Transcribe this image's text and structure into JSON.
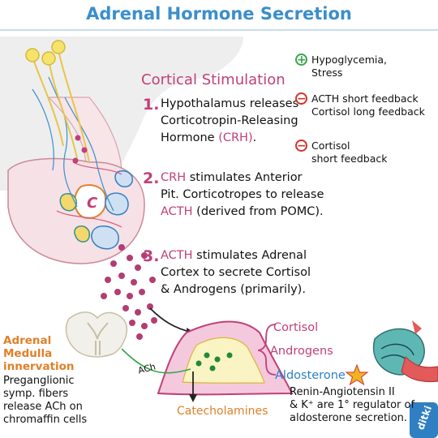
{
  "title": "Adrenal Hormone Secretion",
  "cortical_heading": "Cortical Stimulation",
  "steps": [
    {
      "num": "1.",
      "line1": "Hypothalamus releases",
      "line2": "Corticotropin-Releasing",
      "line3a": "Hormone ",
      "line3b": "(CRH)",
      "line3c": "."
    },
    {
      "num": "2.",
      "line1a": "CRH",
      "line1b": " stimulates Anterior",
      "line2": "Pit. Corticotropes to release",
      "line3a": "ACTH",
      "line3b": " (derived from POMC)."
    },
    {
      "num": "3.",
      "line1a": "ACTH",
      "line1b": " stimulates Adrenal",
      "line2": "Cortex to secrete Cortisol",
      "line3": "& Androgens (primarily)."
    }
  ],
  "feedback": [
    {
      "sign": "+",
      "lines": [
        "Hypoglycemia,",
        "Stress"
      ]
    },
    {
      "sign": "−",
      "lines": [
        "ACTH short feedback",
        "Cortisol long feedback"
      ]
    },
    {
      "sign": "−",
      "lines": [
        "Cortisol",
        "short feedback"
      ]
    }
  ],
  "pituitary_label": "C",
  "medulla": {
    "title_lines": [
      "Adrenal",
      "Medulla",
      "innervation"
    ],
    "desc_lines": [
      "Preganglionic",
      "symp. fibers",
      "release ACh on",
      "chromaffin cells"
    ]
  },
  "ach_label": "ACh",
  "catecholamines": "Catecholamines",
  "outputs": {
    "cortisol": "Cortisol",
    "androgens": "Androgens",
    "aldosterone": "Aldosterone"
  },
  "renin_lines": [
    "Renin-Angiotensin II",
    "& K⁺ are 1° regulator of",
    "aldosterone secretion."
  ],
  "brand": "ditki",
  "colors": {
    "accent": "#3b8fcb",
    "pink": "#c0407a",
    "orange": "#e0802a"
  }
}
